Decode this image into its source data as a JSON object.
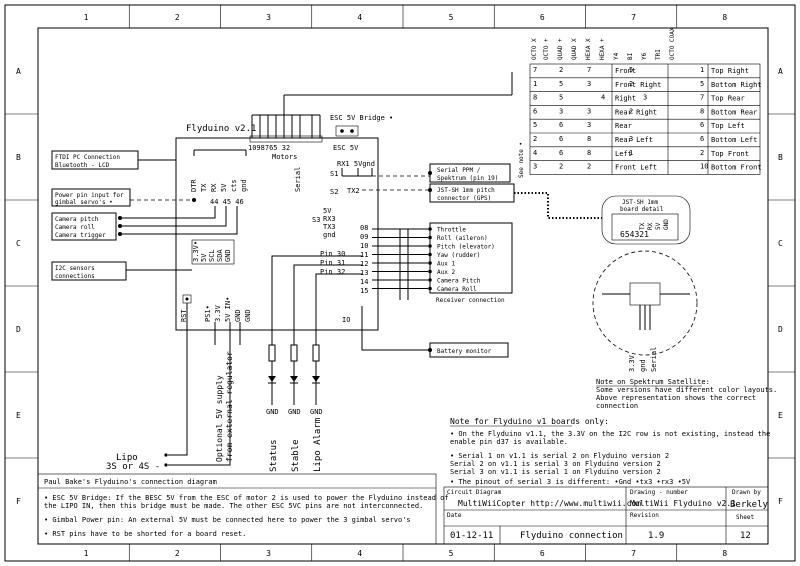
{
  "frame": {
    "columns": [
      "1",
      "2",
      "3",
      "4",
      "5",
      "6",
      "7",
      "8"
    ],
    "rows": [
      "A",
      "B",
      "C",
      "D",
      "E",
      "F"
    ]
  },
  "board": {
    "title": "Flyduino v2.1",
    "motors_pins": "1098765 32",
    "motors_label": "Motors",
    "esc_bridge": "ESC 5V Bridge •",
    "esc_5v": "ESC 5V",
    "serial_label": "Serial",
    "rx1_5v_gnd": "RX1 5Vgnd",
    "s1": "S1",
    "s2": "S2",
    "tx2": "TX2",
    "s3_block": [
      "5V",
      "RX3",
      "TX3",
      "gnd"
    ],
    "s3": "S3",
    "left_pins": [
      "DTR",
      "TX",
      "RX",
      "5V",
      "cts",
      "gnd"
    ],
    "pins_44_46": "44 45 46",
    "i2c_pins": [
      "3.3V•",
      "5V",
      "SCL",
      "SDA",
      "GND"
    ],
    "pin_numbers": [
      "08",
      "09",
      "10",
      "11",
      "12",
      "13",
      "14",
      "15"
    ],
    "pin30": "Pin 30",
    "pin31": "Pin 31",
    "pin32": "Pin 32",
    "bottom_labels": [
      "PS1•",
      "3.3V",
      "5V IN•",
      "GND",
      "GND"
    ],
    "io": "IO",
    "jumper": "RST"
  },
  "left_boxes": {
    "ftdi": [
      "FTDI PC Connection",
      "Bluetooth - LCD"
    ],
    "power": [
      "Power pin input for",
      "gimbal servo's •"
    ],
    "cam": [
      "Camera pitch",
      "Camera roll",
      "Camera trigger"
    ],
    "i2c": [
      "I2C sensors",
      "connections"
    ]
  },
  "right_boxes": {
    "serial_ppm": [
      "Serial PPM /",
      "Spektrum (pin 19)"
    ],
    "jst": [
      "JST-SH 1mm pitch",
      "connector (GPS)"
    ],
    "receiver": [
      "Throttle",
      "Roll (aileron)",
      "Pitch (elevator)",
      "Yaw (rudder)",
      "Aux 1",
      "Aux 2",
      "Camera Pitch",
      "Camera Roll"
    ],
    "receiver_caption": "Receiver connection",
    "battery": "Battery monitor"
  },
  "jst_detail": {
    "title": [
      "JST-SH 1mm",
      "board detail"
    ],
    "pins": [
      "TX",
      "RX",
      "5V",
      "GND"
    ],
    "numbers": "654321"
  },
  "satellite": {
    "labels": [
      "3.3V",
      "gnd",
      "Serial"
    ],
    "note_title": "Note on Spektrum Satellite:",
    "note_lines": [
      "Some versions have different color layouts.",
      "Above representation shows the correct",
      "connection"
    ]
  },
  "leds": {
    "gnd": [
      "GND",
      "GND",
      "GND"
    ],
    "labels": [
      "Status",
      "Stable",
      "Lipo Alarm"
    ]
  },
  "supply": {
    "lipo": [
      "Lipo",
      "3S or 4S -"
    ],
    "optional": [
      "Optional 5V supply",
      "from external regulator"
    ]
  },
  "table": {
    "col_headers": [
      "OCTO X",
      "OCTO +",
      "QUAD +",
      "QUAD X",
      "HEXA X",
      "HEXA +",
      "Y4",
      "BI",
      "Y6",
      "TRI",
      "OCTO COAX"
    ],
    "see_note": "See note •",
    "rows": [
      {
        "vals": [
          "7",
          "",
          "2",
          "",
          "7",
          "",
          "",
          "5",
          "",
          "",
          "1"
        ],
        "pos": "Front",
        "pos2": "Top Right"
      },
      {
        "vals": [
          "1",
          "",
          "5",
          "",
          "3",
          "",
          "",
          "2",
          "",
          "",
          "5"
        ],
        "pos": "Front Right",
        "pos2": "Bottom Right"
      },
      {
        "vals": [
          "8",
          "",
          "5",
          "",
          "",
          "4",
          "",
          "",
          "3",
          "",
          "7"
        ],
        "pos": "Right",
        "pos2": "Top Rear"
      },
      {
        "vals": [
          "6",
          "",
          "3",
          "",
          "3",
          "",
          "",
          "2",
          "",
          "",
          "8"
        ],
        "pos": "Rear Right",
        "pos2": "Bottom Rear"
      },
      {
        "vals": [
          "5",
          "",
          "6",
          "",
          "3",
          "",
          "",
          "",
          "",
          "",
          "6"
        ],
        "pos": "Rear",
        "pos2": "Top Left"
      },
      {
        "vals": [
          "2",
          "",
          "6",
          "",
          "8",
          "",
          "",
          "3",
          "",
          "",
          "6"
        ],
        "pos": "Rear Left",
        "pos2": "Bottom Left"
      },
      {
        "vals": [
          "4",
          "",
          "6",
          "",
          "8",
          "",
          "",
          "1",
          "",
          "",
          "2"
        ],
        "pos": "Left",
        "pos2": "Top Front"
      },
      {
        "vals": [
          "3",
          "",
          "2",
          "",
          "2",
          "",
          "",
          "",
          "",
          "",
          "10"
        ],
        "pos": "Front Left",
        "pos2": "Bottom Front"
      }
    ]
  },
  "notes_v1": {
    "title": "Note for Flyduino v1 boards only:",
    "lines": [
      "•  On the Flyduino v1.1, the 3.3V on the I2C row is not existing, instead the",
      "   enable pin d37 is available.",
      "•  Serial 1 on v1.1 is serial 2 on Flyduino version 2",
      "   Serial 2 on v1.1 is serial 3 on Flyduino version 2",
      "   Serial 3 on v1.1 is serial 1 on Flyduino version 2"
    ],
    "pinout": "•  The pinout of serial 3 is different: •Gnd  •tx3  •rx3  •5V"
  },
  "bottom_notes": {
    "caption": "Paul Bake's Flyduino's connection diagram",
    "lines": [
      "•   ESC 5V Bridge: If the BESC 5V from the ESC of motor 2 is used to power the Flyduino instead of",
      "    the LIPO IN, then this bridge must be made. The other ESC 5VC pins are not interconnected.",
      "•   Gimbal Power pin: An external 5V must be connected here to power the 3 gimbal servo's",
      "•   RST pins have to be shorted for a board reset."
    ]
  },
  "title_block": {
    "circuit_label": "Circuit Diagram",
    "circuit_value": "MultiWiiCopter  http://www.multiwii.com",
    "drawing_label": "Drawing - number",
    "drawing_value": "MultiWii Flyduino v2.1",
    "drawn_label": "Drawn by",
    "drawn_value": "Berkely",
    "date_label": "Date",
    "date_value": "01-12-11",
    "title_value": "Flyduino connection",
    "revision_label": "Revision",
    "revision_value": "1.9",
    "sheet_label": "Sheet",
    "sheet_value": "12"
  }
}
